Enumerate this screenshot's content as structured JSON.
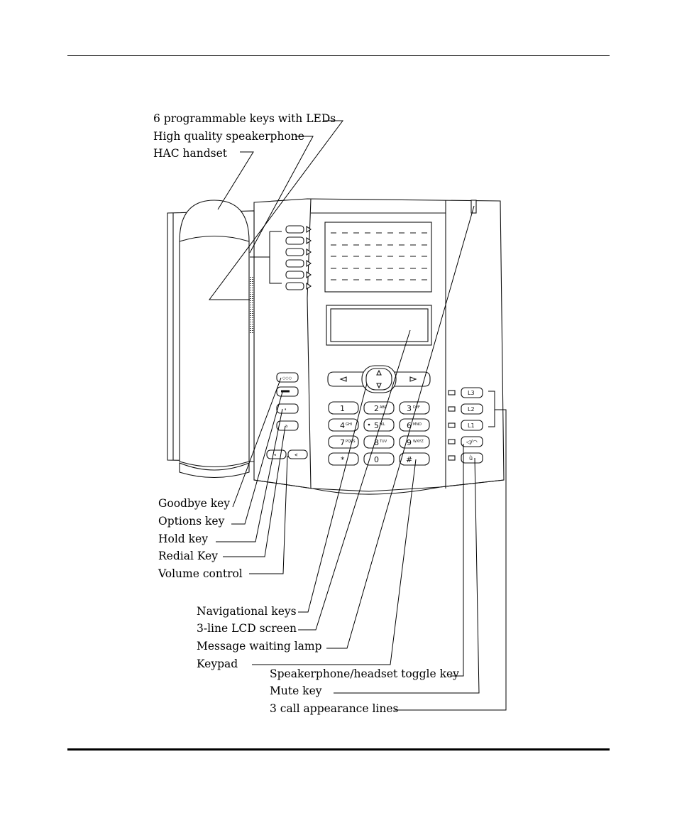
{
  "callouts": {
    "programmable_keys": "6 programmable keys with LEDs",
    "speakerphone": "High quality speakerphone",
    "handset": "HAC handset",
    "goodbye_key": "Goodbye key",
    "options_key": "Options key",
    "hold_key": "Hold key",
    "redial_key": "Redial Key",
    "volume_control": "Volume control",
    "navigational_keys": "Navigational keys",
    "lcd_screen": "3-line LCD screen",
    "message_waiting_lamp": "Message waiting lamp",
    "keypad": "Keypad",
    "speaker_toggle_key": "Speakerphone/headset toggle key",
    "mute_key": "Mute key",
    "call_appearance_lines": "3 call appearance lines"
  },
  "keypad": [
    {
      "digit": "1",
      "letters": ""
    },
    {
      "digit": "2",
      "letters": "ABC"
    },
    {
      "digit": "3",
      "letters": "DEF"
    },
    {
      "digit": "4",
      "letters": "GHI"
    },
    {
      "digit": "5",
      "letters": "JKL"
    },
    {
      "digit": "6",
      "letters": "MNO"
    },
    {
      "digit": "7",
      "letters": "PQRS"
    },
    {
      "digit": "8",
      "letters": "TUV"
    },
    {
      "digit": "9",
      "letters": "WXYZ"
    },
    {
      "digit": "*",
      "letters": ""
    },
    {
      "digit": "0",
      "letters": ""
    },
    {
      "digit": "#",
      "letters": ""
    }
  ],
  "line_keys": [
    "L3",
    "L2",
    "L1"
  ]
}
